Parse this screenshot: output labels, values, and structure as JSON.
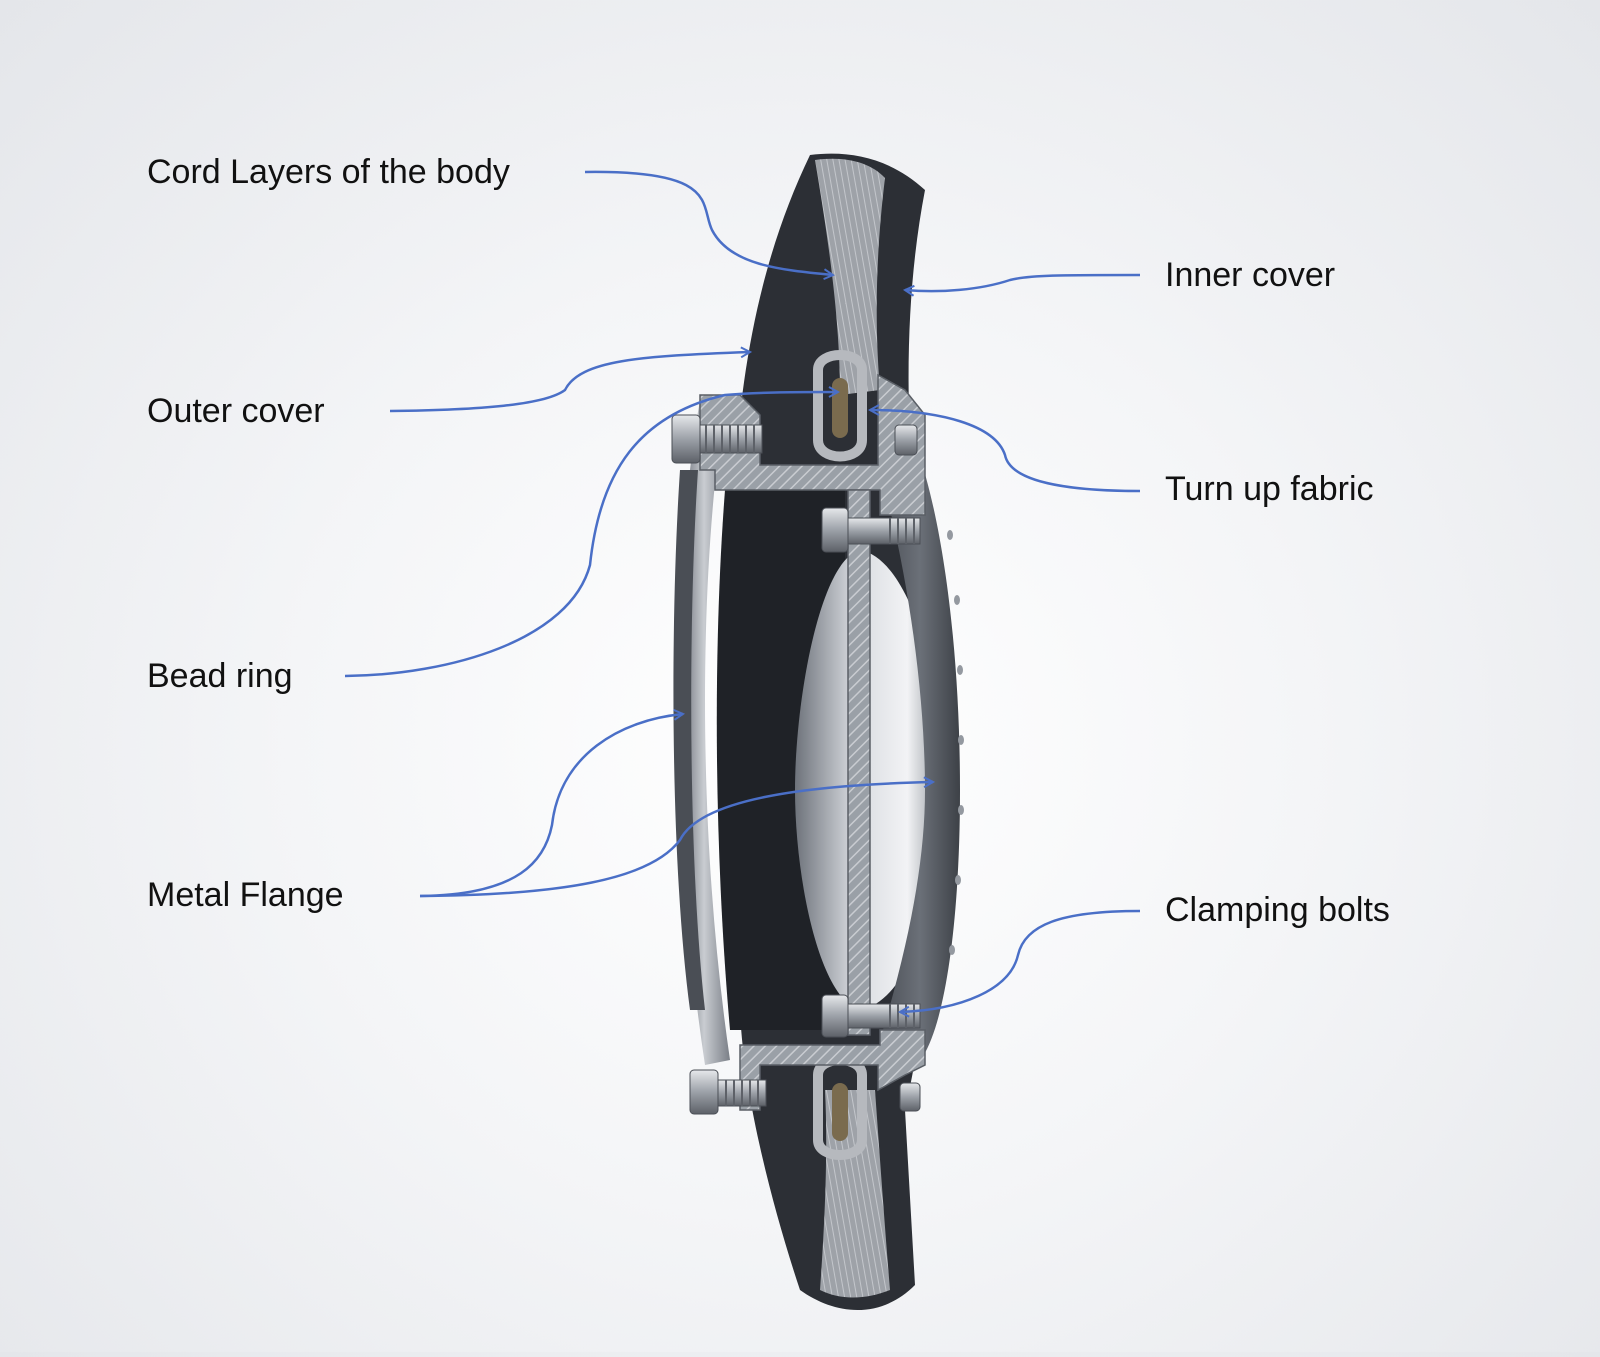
{
  "labels": {
    "cord_layers": "Cord Layers of the body",
    "inner_cover": "Inner cover",
    "outer_cover": "Outer cover",
    "turn_up_fabric": "Turn up fabric",
    "bead_ring": "Bead ring",
    "metal_flange": "Metal Flange",
    "clamping_bolts": "Clamping bolts"
  },
  "colors": {
    "leader_line": "#4a6fc7",
    "rubber": "#2c2f35",
    "cord": "#a4a7ad",
    "metal": "#8d9299",
    "metal_hatch": "#b8bcc2",
    "text": "#111111"
  }
}
